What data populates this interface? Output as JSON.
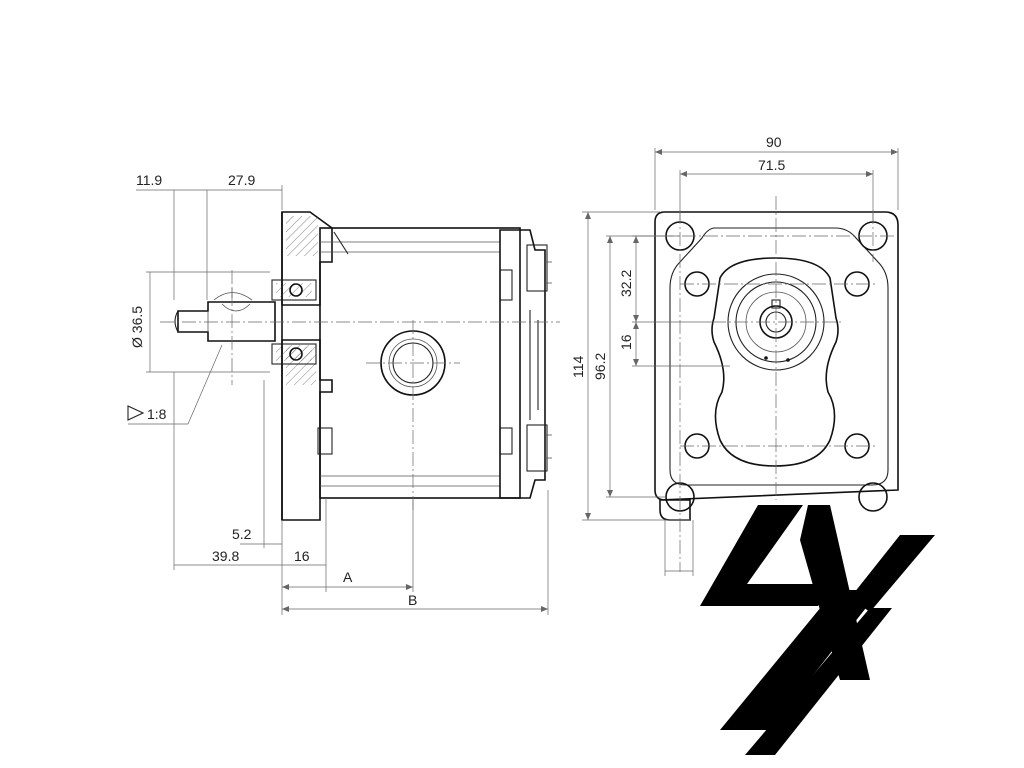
{
  "side_view": {
    "dim_11_9": "11.9",
    "dim_27_9": "27.9",
    "dim_36_5": "Ø 36.5",
    "taper": "1:8",
    "dim_5_2": "5.2",
    "dim_39_8": "39.8",
    "dim_16": "16",
    "dim_a": "A",
    "dim_b": "B"
  },
  "front_view": {
    "dim_90": "90",
    "dim_71_5": "71.5",
    "dim_114": "114",
    "dim_96_2": "96.2",
    "dim_32_2": "32.2",
    "dim_16": "16"
  },
  "colors": {
    "line": "#111111",
    "dimension": "#666666",
    "logo": "#000000",
    "background": "#ffffff"
  }
}
